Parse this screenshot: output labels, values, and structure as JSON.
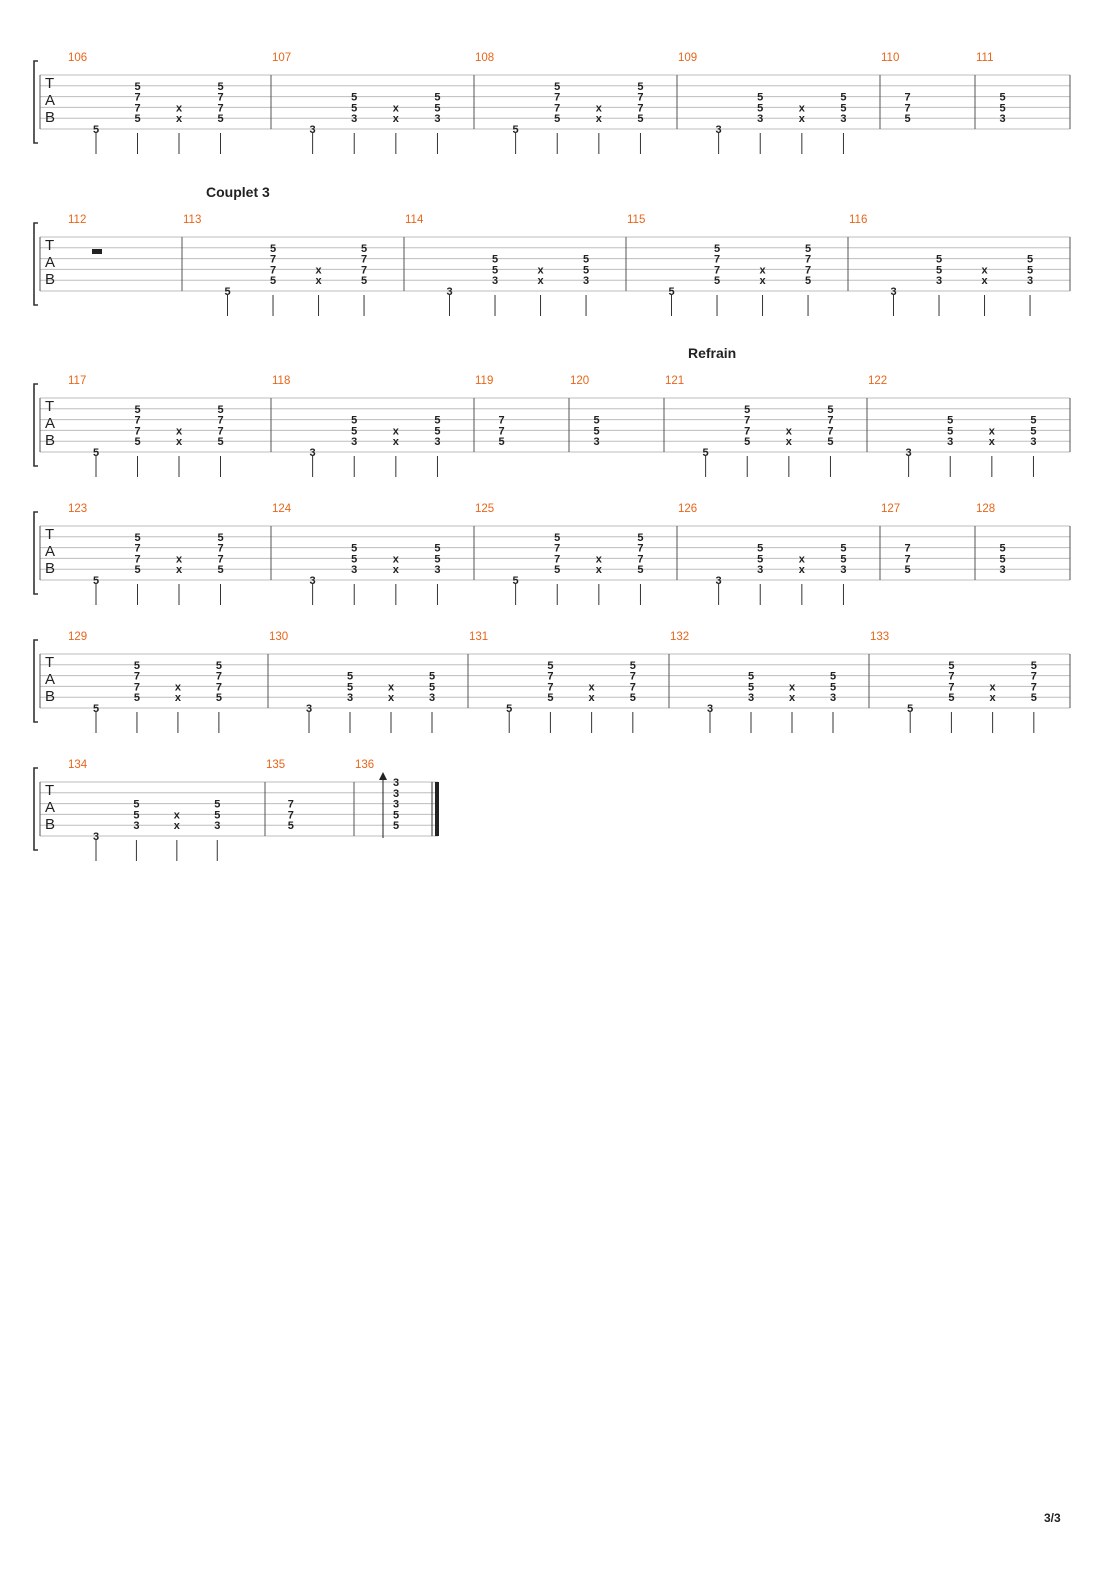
{
  "page_number": "3/3",
  "clef_letters": [
    "T",
    "A",
    "B"
  ],
  "systems": [
    {
      "section": "",
      "measures": [
        {
          "number": "106",
          "beats": [
            [
              "",
              "",
              "",
              "",
              "5"
            ],
            [
              "5",
              "7",
              "7",
              "5",
              ""
            ],
            [
              "",
              "",
              "x",
              "x",
              ""
            ],
            [
              "5",
              "7",
              "7",
              "5",
              ""
            ]
          ]
        },
        {
          "number": "107",
          "beats": [
            [
              "",
              "",
              "",
              "",
              "3"
            ],
            [
              "",
              "5",
              "5",
              "3",
              ""
            ],
            [
              "",
              "",
              "x",
              "x",
              ""
            ],
            [
              "",
              "5",
              "5",
              "3",
              ""
            ]
          ]
        },
        {
          "number": "108",
          "beats": [
            [
              "",
              "",
              "",
              "",
              "5"
            ],
            [
              "5",
              "7",
              "7",
              "5",
              ""
            ],
            [
              "",
              "",
              "x",
              "x",
              ""
            ],
            [
              "5",
              "7",
              "7",
              "5",
              ""
            ]
          ]
        },
        {
          "number": "109",
          "beats": [
            [
              "",
              "",
              "",
              "",
              "3"
            ],
            [
              "",
              "5",
              "5",
              "3",
              ""
            ],
            [
              "",
              "",
              "x",
              "x",
              ""
            ],
            [
              "",
              "5",
              "5",
              "3",
              ""
            ]
          ]
        },
        {
          "number": "110",
          "beats": [
            [
              "",
              "7",
              "7",
              "5",
              ""
            ]
          ],
          "stems": false
        },
        {
          "number": "111",
          "beats": [
            [
              "",
              "5",
              "5",
              "3",
              ""
            ]
          ],
          "stems": false
        }
      ]
    },
    {
      "section": "Couplet 3",
      "measures": [
        {
          "number": "112",
          "rest": true,
          "beats": []
        },
        {
          "number": "113",
          "beats": [
            [
              "",
              "",
              "",
              "",
              "5"
            ],
            [
              "5",
              "7",
              "7",
              "5",
              ""
            ],
            [
              "",
              "",
              "x",
              "x",
              ""
            ],
            [
              "5",
              "7",
              "7",
              "5",
              ""
            ]
          ]
        },
        {
          "number": "114",
          "beats": [
            [
              "",
              "",
              "",
              "",
              "3"
            ],
            [
              "",
              "5",
              "5",
              "3",
              ""
            ],
            [
              "",
              "",
              "x",
              "x",
              ""
            ],
            [
              "",
              "5",
              "5",
              "3",
              ""
            ]
          ]
        },
        {
          "number": "115",
          "beats": [
            [
              "",
              "",
              "",
              "",
              "5"
            ],
            [
              "5",
              "7",
              "7",
              "5",
              ""
            ],
            [
              "",
              "",
              "x",
              "x",
              ""
            ],
            [
              "5",
              "7",
              "7",
              "5",
              ""
            ]
          ]
        },
        {
          "number": "116",
          "beats": [
            [
              "",
              "",
              "",
              "",
              "3"
            ],
            [
              "",
              "5",
              "5",
              "3",
              ""
            ],
            [
              "",
              "",
              "x",
              "x",
              ""
            ],
            [
              "",
              "5",
              "5",
              "3",
              ""
            ]
          ]
        }
      ]
    },
    {
      "section": "Refrain",
      "measures": [
        {
          "number": "117",
          "beats": [
            [
              "",
              "",
              "",
              "",
              "5"
            ],
            [
              "5",
              "7",
              "7",
              "5",
              ""
            ],
            [
              "",
              "",
              "x",
              "x",
              ""
            ],
            [
              "5",
              "7",
              "7",
              "5",
              ""
            ]
          ]
        },
        {
          "number": "118",
          "beats": [
            [
              "",
              "",
              "",
              "",
              "3"
            ],
            [
              "",
              "5",
              "5",
              "3",
              ""
            ],
            [
              "",
              "",
              "x",
              "x",
              ""
            ],
            [
              "",
              "5",
              "5",
              "3",
              ""
            ]
          ]
        },
        {
          "number": "119",
          "beats": [
            [
              "",
              "7",
              "7",
              "5",
              ""
            ]
          ],
          "stems": false
        },
        {
          "number": "120",
          "beats": [
            [
              "",
              "5",
              "5",
              "3",
              ""
            ]
          ],
          "stems": false
        },
        {
          "number": "121",
          "beats": [
            [
              "",
              "",
              "",
              "",
              "5"
            ],
            [
              "5",
              "7",
              "7",
              "5",
              ""
            ],
            [
              "",
              "",
              "x",
              "x",
              ""
            ],
            [
              "5",
              "7",
              "7",
              "5",
              ""
            ]
          ]
        },
        {
          "number": "122",
          "beats": [
            [
              "",
              "",
              "",
              "",
              "3"
            ],
            [
              "",
              "5",
              "5",
              "3",
              ""
            ],
            [
              "",
              "",
              "x",
              "x",
              ""
            ],
            [
              "",
              "5",
              "5",
              "3",
              ""
            ]
          ]
        }
      ]
    },
    {
      "section": "",
      "measures": [
        {
          "number": "123",
          "beats": [
            [
              "",
              "",
              "",
              "",
              "5"
            ],
            [
              "5",
              "7",
              "7",
              "5",
              ""
            ],
            [
              "",
              "",
              "x",
              "x",
              ""
            ],
            [
              "5",
              "7",
              "7",
              "5",
              ""
            ]
          ]
        },
        {
          "number": "124",
          "beats": [
            [
              "",
              "",
              "",
              "",
              "3"
            ],
            [
              "",
              "5",
              "5",
              "3",
              ""
            ],
            [
              "",
              "",
              "x",
              "x",
              ""
            ],
            [
              "",
              "5",
              "5",
              "3",
              ""
            ]
          ]
        },
        {
          "number": "125",
          "beats": [
            [
              "",
              "",
              "",
              "",
              "5"
            ],
            [
              "5",
              "7",
              "7",
              "5",
              ""
            ],
            [
              "",
              "",
              "x",
              "x",
              ""
            ],
            [
              "5",
              "7",
              "7",
              "5",
              ""
            ]
          ]
        },
        {
          "number": "126",
          "beats": [
            [
              "",
              "",
              "",
              "",
              "3"
            ],
            [
              "",
              "5",
              "5",
              "3",
              ""
            ],
            [
              "",
              "",
              "x",
              "x",
              ""
            ],
            [
              "",
              "5",
              "5",
              "3",
              ""
            ]
          ]
        },
        {
          "number": "127",
          "beats": [
            [
              "",
              "7",
              "7",
              "5",
              ""
            ]
          ],
          "stems": false
        },
        {
          "number": "128",
          "beats": [
            [
              "",
              "5",
              "5",
              "3",
              ""
            ]
          ],
          "stems": false
        }
      ]
    },
    {
      "section": "",
      "measures": [
        {
          "number": "129",
          "beats": [
            [
              "",
              "",
              "",
              "",
              "5"
            ],
            [
              "5",
              "7",
              "7",
              "5",
              ""
            ],
            [
              "",
              "",
              "x",
              "x",
              ""
            ],
            [
              "5",
              "7",
              "7",
              "5",
              ""
            ]
          ]
        },
        {
          "number": "130",
          "beats": [
            [
              "",
              "",
              "",
              "",
              "3"
            ],
            [
              "",
              "5",
              "5",
              "3",
              ""
            ],
            [
              "",
              "",
              "x",
              "x",
              ""
            ],
            [
              "",
              "5",
              "5",
              "3",
              ""
            ]
          ]
        },
        {
          "number": "131",
          "beats": [
            [
              "",
              "",
              "",
              "",
              "5"
            ],
            [
              "5",
              "7",
              "7",
              "5",
              ""
            ],
            [
              "",
              "",
              "x",
              "x",
              ""
            ],
            [
              "5",
              "7",
              "7",
              "5",
              ""
            ]
          ]
        },
        {
          "number": "132",
          "beats": [
            [
              "",
              "",
              "",
              "",
              "3"
            ],
            [
              "",
              "5",
              "5",
              "3",
              ""
            ],
            [
              "",
              "",
              "x",
              "x",
              ""
            ],
            [
              "",
              "5",
              "5",
              "3",
              ""
            ]
          ]
        },
        {
          "number": "133",
          "beats": [
            [
              "",
              "",
              "",
              "",
              "5"
            ],
            [
              "5",
              "7",
              "7",
              "5",
              ""
            ],
            [
              "",
              "",
              "x",
              "x",
              ""
            ],
            [
              "5",
              "7",
              "7",
              "5",
              ""
            ]
          ]
        }
      ]
    },
    {
      "section": "",
      "final": true,
      "measures": [
        {
          "number": "134",
          "beats": [
            [
              "",
              "",
              "",
              "",
              "3"
            ],
            [
              "",
              "5",
              "5",
              "3",
              ""
            ],
            [
              "",
              "",
              "x",
              "x",
              ""
            ],
            [
              "",
              "5",
              "5",
              "3",
              ""
            ]
          ]
        },
        {
          "number": "135",
          "beats": [
            [
              "",
              "7",
              "7",
              "5",
              ""
            ]
          ],
          "stems": false
        },
        {
          "number": "136",
          "strum": true,
          "beats": [
            [
              "3",
              "3",
              "3",
              "5",
              "5"
            ]
          ],
          "stems": false
        }
      ]
    }
  ]
}
